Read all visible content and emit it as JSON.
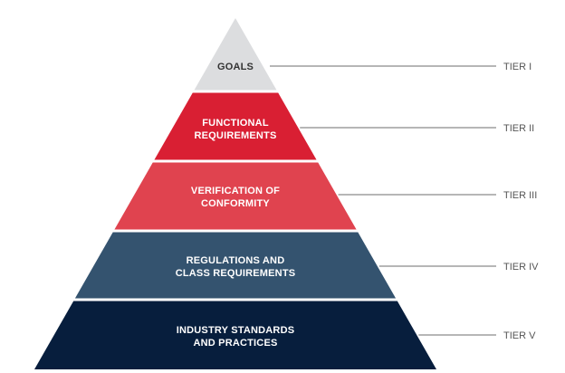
{
  "tiers": [
    {
      "name": "TIER I",
      "lines": [
        "GOALS"
      ],
      "color": "#dcdddf",
      "text_color": "#333333"
    },
    {
      "name": "TIER II",
      "lines": [
        "FUNCTIONAL",
        "REQUIREMENTS"
      ],
      "color": "#d91f33",
      "text_color": "#ffffff"
    },
    {
      "name": "TIER III",
      "lines": [
        "VERIFICATION OF",
        "CONFORMITY"
      ],
      "color": "#e0434f",
      "text_color": "#ffffff"
    },
    {
      "name": "TIER IV",
      "lines": [
        "REGULATIONS AND",
        "CLASS REQUIREMENTS"
      ],
      "color": "#34536f",
      "text_color": "#ffffff"
    },
    {
      "name": "TIER V",
      "lines": [
        "INDUSTRY STANDARDS",
        "AND PRACTICES"
      ],
      "color": "#071e3d",
      "text_color": "#ffffff"
    }
  ],
  "connector_color": "#8a8a8a"
}
